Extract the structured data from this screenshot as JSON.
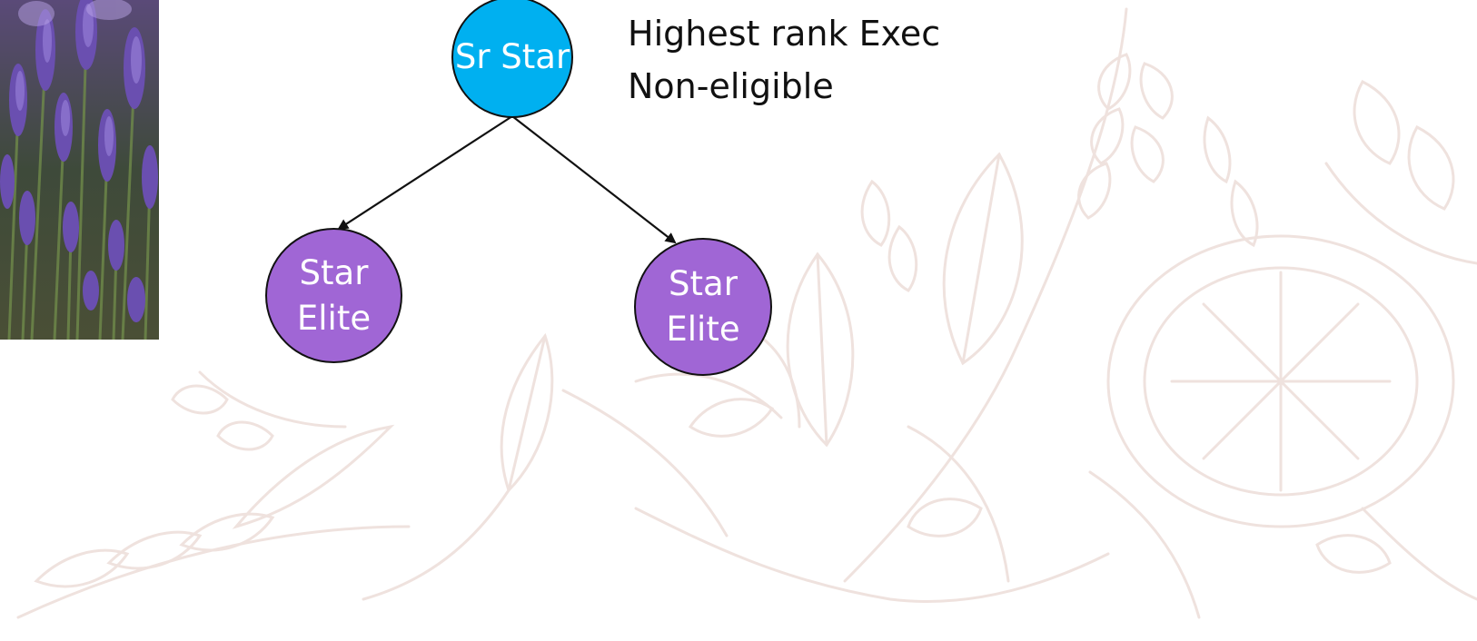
{
  "diagram": {
    "root": {
      "label": "Sr Star",
      "color": "#00b0f0"
    },
    "children": [
      {
        "label": "Star\nElite",
        "color": "#a066d5"
      },
      {
        "label": "Star\nElite",
        "color": "#a066d5"
      }
    ],
    "note": {
      "line1": "Highest rank Exec",
      "line2": "Non-eligible"
    },
    "edge_color": "#111111"
  },
  "decor": {
    "photo": "lavender-field-photo",
    "background": "botanical-line-art",
    "background_color": "#efe4e0"
  }
}
